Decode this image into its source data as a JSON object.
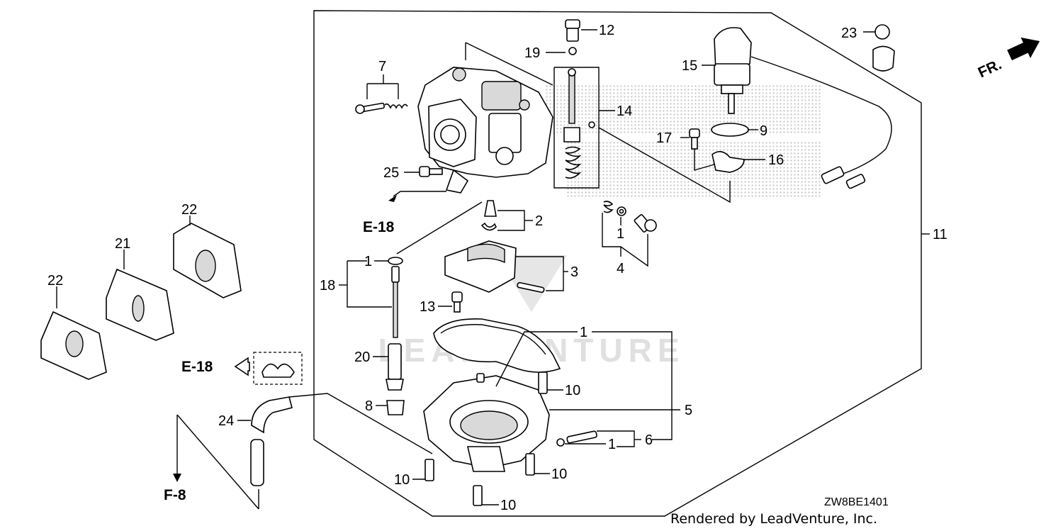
{
  "diagram": {
    "code": "ZW8BE1401",
    "footer": "Rendered by LeadVenture, Inc.",
    "watermark_text": "LEADVENTURE",
    "direction_label": "FR.",
    "references": {
      "e18_top": "E-18",
      "e18_left": "E-18",
      "f8": "F-8"
    },
    "callouts": {
      "c1a": "1",
      "c1b": "1",
      "c1c": "1",
      "c1d": "1",
      "c2": "2",
      "c3": "3",
      "c4": "4",
      "c5": "5",
      "c6": "6",
      "c7": "7",
      "c8": "8",
      "c9": "9",
      "c10a": "10",
      "c10b": "10",
      "c10c": "10",
      "c10d": "10",
      "c11": "11",
      "c12": "12",
      "c13": "13",
      "c14": "14",
      "c15": "15",
      "c16": "16",
      "c17": "17",
      "c18": "18",
      "c19": "19",
      "c20": "20",
      "c21": "21",
      "c22a": "22",
      "c22b": "22",
      "c23": "23",
      "c24": "24",
      "c25": "25"
    }
  }
}
